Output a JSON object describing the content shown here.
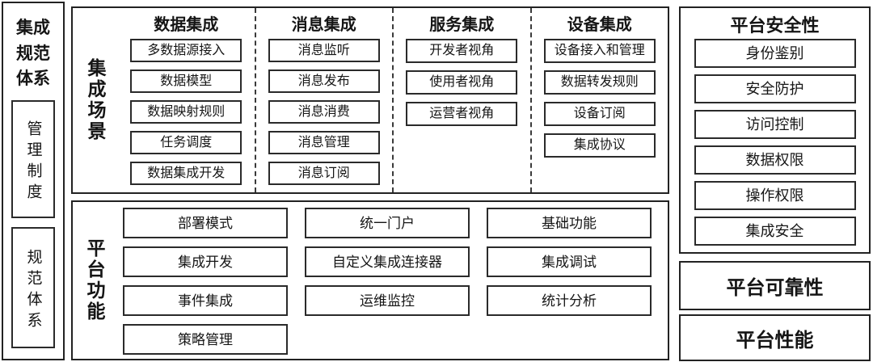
{
  "left_panel": {
    "title": "集成规范体系",
    "items": [
      "管理制度",
      "规范体系"
    ]
  },
  "scenarios": {
    "side_label": "集成场景",
    "columns": [
      {
        "header": "数据集成",
        "items": [
          "多数据源接入",
          "数据模型",
          "数据映射规则",
          "任务调度",
          "数据集成开发"
        ]
      },
      {
        "header": "消息集成",
        "items": [
          "消息监听",
          "消息发布",
          "消息消费",
          "消息管理",
          "消息订阅"
        ]
      },
      {
        "header": "服务集成",
        "items": [
          "开发者视角",
          "使用者视角",
          "运营者视角"
        ]
      },
      {
        "header": "设备集成",
        "items": [
          "设备接入和管理",
          "数据转发规则",
          "设备订阅",
          "集成协议"
        ]
      }
    ]
  },
  "platform": {
    "side_label": "平台功能",
    "columns": [
      {
        "items": [
          "部署模式",
          "集成开发",
          "事件集成",
          "策略管理"
        ]
      },
      {
        "items": [
          "统一门户",
          "自定义集成连接器",
          "运维监控"
        ]
      },
      {
        "items": [
          "基础功能",
          "集成调试",
          "统计分析"
        ]
      }
    ]
  },
  "security": {
    "title": "平台安全性",
    "items": [
      "身份鉴别",
      "安全防护",
      "访问控制",
      "数据权限",
      "操作权限",
      "集成安全"
    ]
  },
  "reliability": {
    "title": "平台可靠性"
  },
  "performance": {
    "title": "平台性能"
  },
  "colors": {
    "border": "#222222",
    "background": "#ffffff",
    "text": "#111111"
  }
}
